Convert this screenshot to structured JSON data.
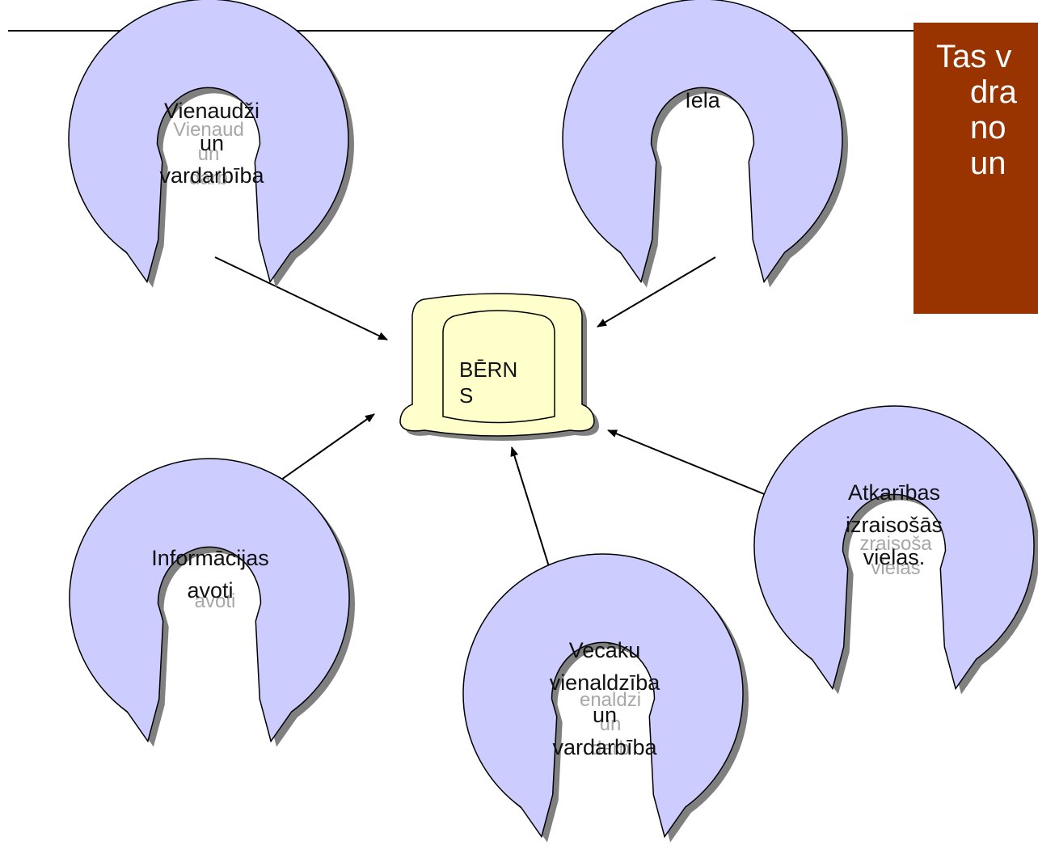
{
  "center_node": {
    "label_lines": [
      "BĒRN",
      "S"
    ],
    "fill": "#ffffcc"
  },
  "nodes": [
    {
      "id": "vienaudzi",
      "label_lines": [
        "Vienaudži",
        "un",
        "vardarbība"
      ],
      "ghost_lines": [
        "Vienaud",
        "un",
        "darb"
      ]
    },
    {
      "id": "iela",
      "label_lines": [
        "Iela"
      ],
      "ghost_lines": []
    },
    {
      "id": "informacijas",
      "label_lines": [
        "Informācijas",
        "avoti"
      ],
      "ghost_lines": [
        "avoti"
      ]
    },
    {
      "id": "vecaku",
      "label_lines": [
        "Vecāku",
        "vienaldzība",
        "un",
        "vardarbība"
      ],
      "ghost_lines": [
        "enaldzi",
        "un",
        "darb"
      ]
    },
    {
      "id": "atkaribas",
      "label_lines": [
        "Atkarības",
        "izraisošās",
        "vielas."
      ],
      "ghost_lines": [
        "zraisoša",
        "vielas"
      ]
    }
  ],
  "callout": {
    "lines": [
      "Tas v",
      "dra",
      "no",
      "un"
    ],
    "background": "#993300",
    "text_color": "#ffffff"
  },
  "colors": {
    "node_fill": "#ccccff",
    "node_stroke": "#000000",
    "shadow": "#808080",
    "arrow": "#000000"
  }
}
